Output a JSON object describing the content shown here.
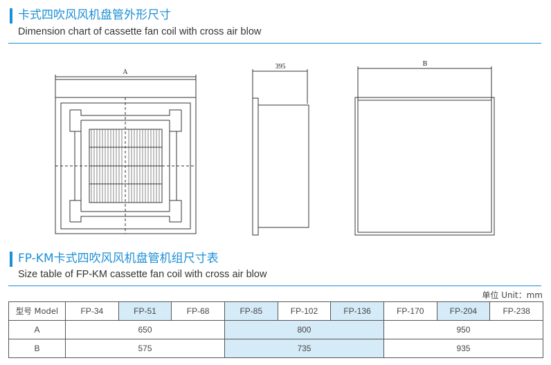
{
  "section1": {
    "title_cn": "卡式四吹风风机盘管外形尺寸",
    "title_en": "Dimension chart of cassette fan coil with cross air blow"
  },
  "drawings": {
    "front_label": "A",
    "side_label": "395",
    "back_label": "B"
  },
  "section2": {
    "title_cn": "FP-KM卡式四吹风风机盘管机组尺寸表",
    "title_en": "Size table of FP-KM cassette fan coil with cross air blow"
  },
  "unit_label": "单位 Unit：mm",
  "table": {
    "header_label": "型号 Model",
    "models": [
      "FP-34",
      "FP-51",
      "FP-68",
      "FP-85",
      "FP-102",
      "FP-136",
      "FP-170",
      "FP-204",
      "FP-238"
    ],
    "row_a_label": "A",
    "row_a_values": [
      "650",
      "800",
      "950"
    ],
    "row_b_label": "B",
    "row_b_values": [
      "575",
      "735",
      "935"
    ]
  },
  "colors": {
    "accent": "#1d8fd6",
    "highlight": "#d6ebf8"
  }
}
